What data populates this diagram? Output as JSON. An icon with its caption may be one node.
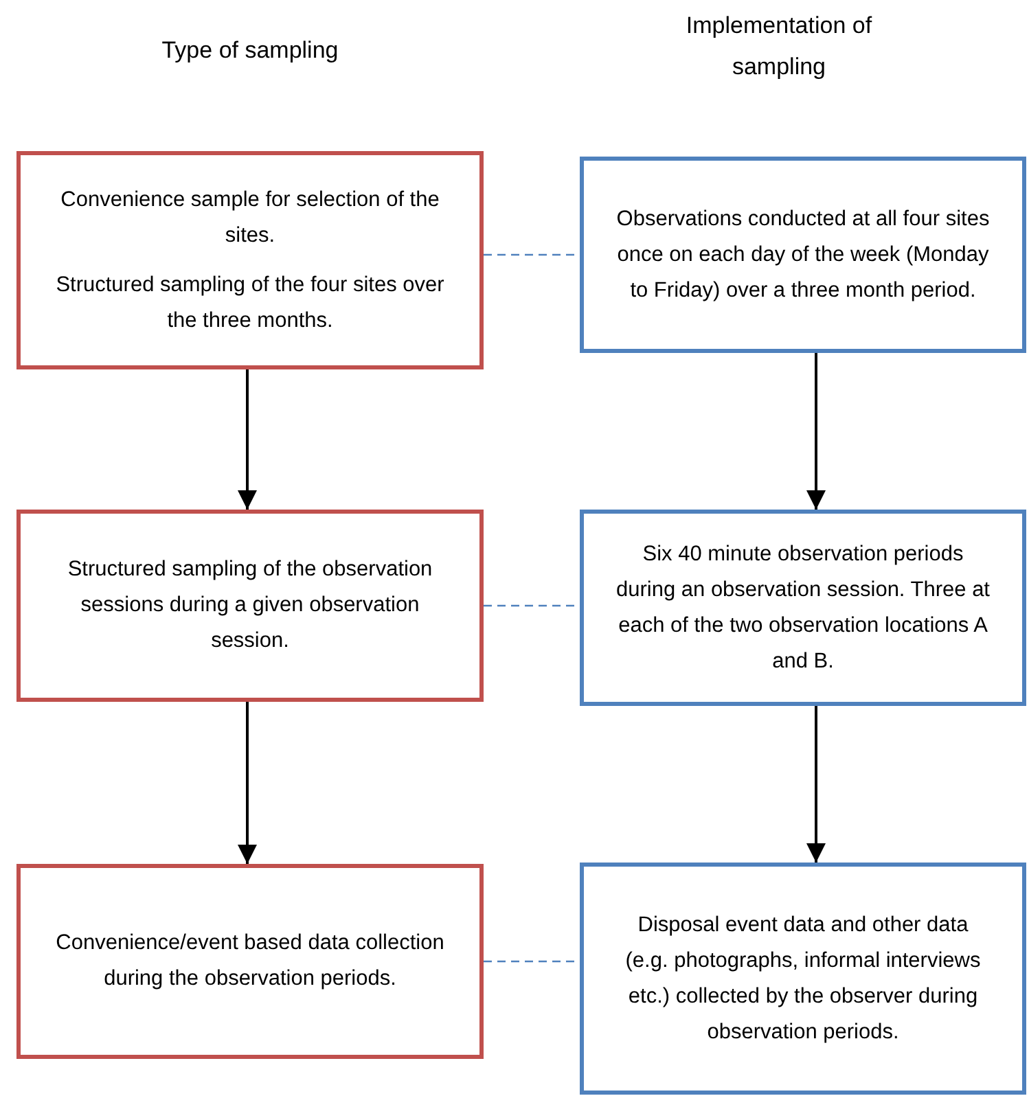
{
  "diagram": {
    "nodes": [
      {
        "text": [
          "Convenience sample for selection of the sites.",
          "Structured sampling of the four sites over the three months."
        ]
      },
      {
        "text": [
          "Observations conducted at all four sites once on each day of the week (Monday to Friday) over a three month period."
        ]
      },
      {
        "text": [
          "Structured sampling of the observation sessions during a given observation session."
        ]
      },
      {
        "text": [
          "Six 40 minute observation periods during an observation session. Three at each of the two observation locations A and B."
        ]
      },
      {
        "text": [
          "Convenience/event based data collection during the observation periods."
        ]
      },
      {
        "text": [
          "Disposal event data and other data (e.g. photographs, informal interviews etc.) collected by the observer during observation periods."
        ]
      }
    ],
    "edges": [
      {
        "from": 0,
        "to": 2,
        "arrow": "to"
      },
      {
        "from": 2,
        "to": 4,
        "arrow": "to"
      },
      {
        "from": 1,
        "to": 3,
        "arrow": "to"
      },
      {
        "from": 3,
        "to": 5,
        "arrow": "to"
      },
      {
        "from": 0,
        "to": 1,
        "arrow": "none",
        "style": "dashed",
        "color": "#4f81bd"
      },
      {
        "from": 2,
        "to": 3,
        "arrow": "none",
        "style": "dashed",
        "color": "#4f81bd"
      },
      {
        "from": 4,
        "to": 5,
        "arrow": "none",
        "style": "dashed",
        "color": "#4f81bd"
      }
    ],
    "labels": [
      "Type of sampling",
      "Implementation of sampling"
    ]
  }
}
